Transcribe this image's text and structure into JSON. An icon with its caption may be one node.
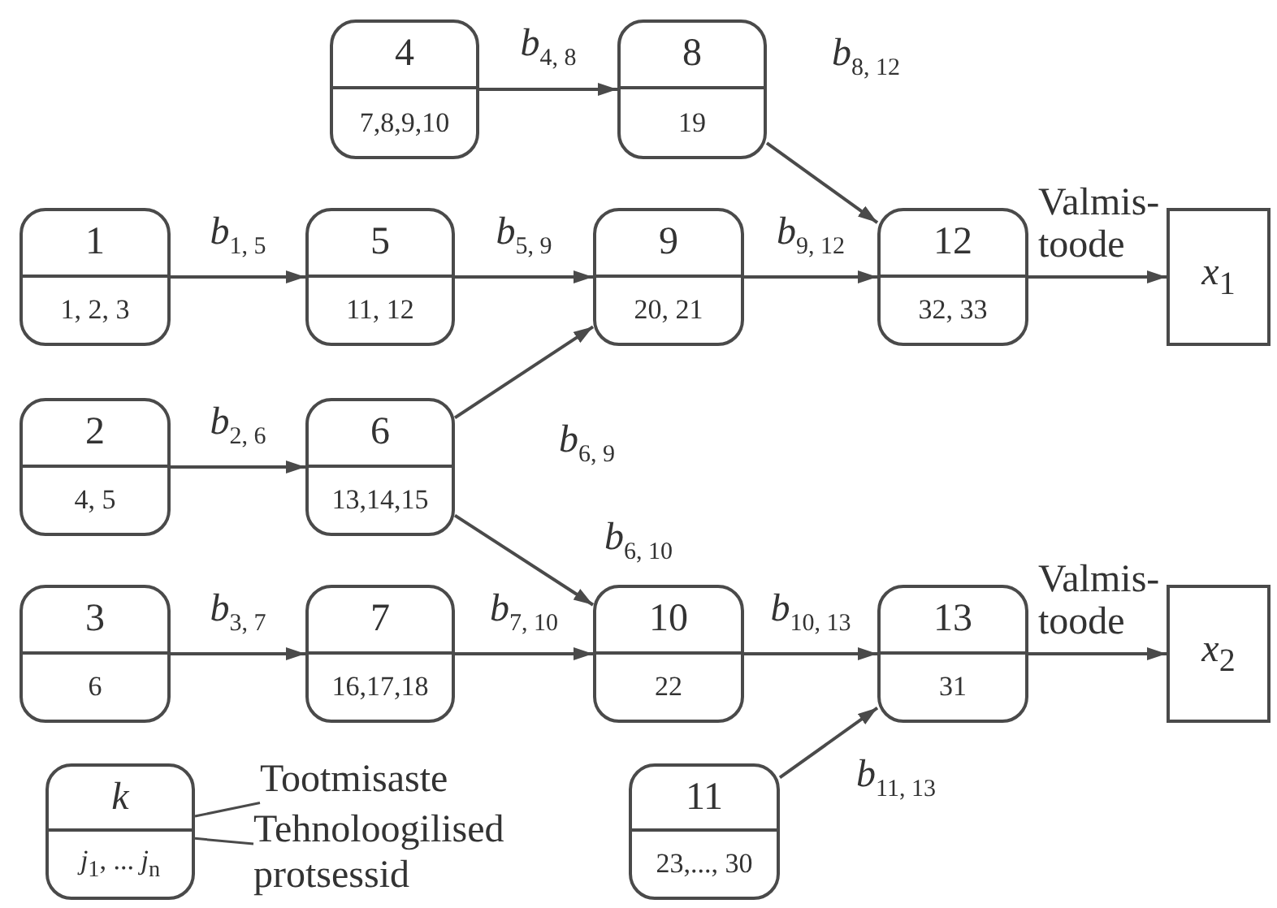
{
  "diagram": {
    "nodes": [
      {
        "text": [
          "4",
          "7,8,9,10"
        ]
      },
      {
        "text": [
          "8",
          "19"
        ]
      },
      {
        "text": [
          "1",
          "1, 2, 3"
        ]
      },
      {
        "text": [
          "5",
          "11, 12"
        ]
      },
      {
        "text": [
          "9",
          "20, 21"
        ]
      },
      {
        "text": [
          "12",
          "32, 33"
        ]
      },
      {
        "text": [
          "*x*$_{1}$"
        ]
      },
      {
        "text": [
          "2",
          "4, 5"
        ]
      },
      {
        "text": [
          "6",
          "13,14,15"
        ]
      },
      {
        "text": [
          "3",
          "6"
        ]
      },
      {
        "text": [
          "7",
          "16,17,18"
        ]
      },
      {
        "text": [
          "10",
          "22"
        ]
      },
      {
        "text": [
          "13",
          "31"
        ]
      },
      {
        "text": [
          "*x*$_{2}$"
        ]
      },
      {
        "text": [
          "k",
          "*j*$_{1}$, ... *j*$_{n}$"
        ]
      },
      {
        "text": [
          "Tootmisaste"
        ]
      },
      {
        "text": [
          "Tehnoloogilised protsessid"
        ]
      },
      {
        "text": [
          "11",
          "23,..., 30"
        ]
      }
    ],
    "edges": [
      {
        "from": 0,
        "to": 1,
        "arrow": "to",
        "label": "*b*$_{4, 8}$"
      },
      {
        "from": 1,
        "to": 5,
        "arrow": "to",
        "label": "*b*$_{8, 12}$"
      },
      {
        "from": 2,
        "to": 3,
        "arrow": "to",
        "label": "*b*$_{1, 5}$"
      },
      {
        "from": 3,
        "to": 4,
        "arrow": "to",
        "label": "*b*$_{5, 9}$"
      },
      {
        "from": 4,
        "to": 5,
        "arrow": "to",
        "label": "*b*$_{9, 12}$"
      },
      {
        "from": 5,
        "to": 6,
        "arrow": "to",
        "label": "Valmis- toode"
      },
      {
        "from": 7,
        "to": 8,
        "arrow": "to",
        "label": "*b*$_{2, 6}$"
      },
      {
        "from": 8,
        "to": 4,
        "arrow": "to",
        "label": "*b*$_{6, 9}$"
      },
      {
        "from": 8,
        "to": 11,
        "arrow": "to",
        "label": "*b*$_{6, 10}$"
      },
      {
        "from": 9,
        "to": 10,
        "arrow": "to",
        "label": "*b*$_{3, 7}$"
      },
      {
        "from": 10,
        "to": 11,
        "arrow": "to",
        "label": "*b*$_{7, 10}$"
      },
      {
        "from": 11,
        "to": 12,
        "arrow": "to",
        "label": "*b*$_{10, 13}$"
      },
      {
        "from": 12,
        "to": 13,
        "arrow": "to",
        "label": "Valmis- toode"
      },
      {
        "from": 17,
        "to": 12,
        "arrow": "to",
        "label": "*b*$_{11, 13}$"
      },
      {
        "from": 15,
        "to": 14,
        "arrow": "none"
      },
      {
        "from": 16,
        "to": 14,
        "arrow": "none"
      }
    ]
  }
}
